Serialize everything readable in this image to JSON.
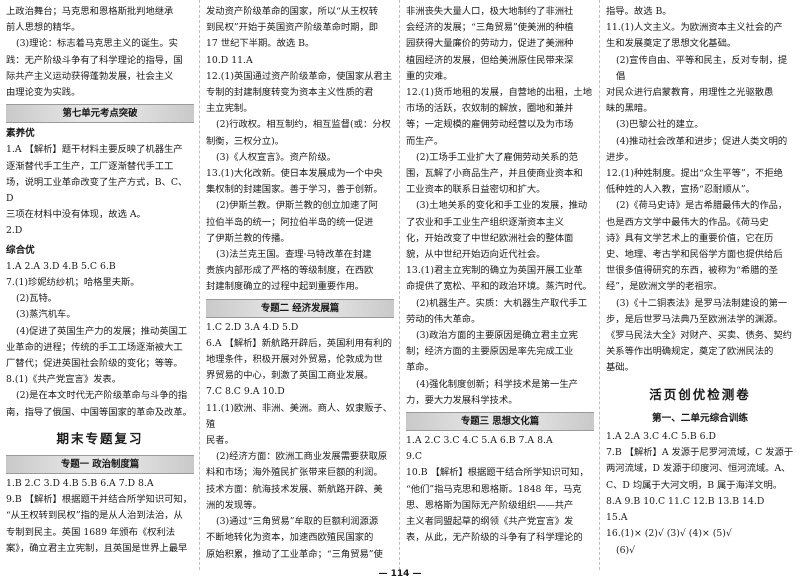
{
  "col1": {
    "lines": [
      "上政治舞台；马克思和恩格斯批判地继承",
      "前人思想的精华。",
      "(3)理论：标志着马克思主义的诞生。实",
      "践：无产阶级斗争有了科学理论的指导，国",
      "际共产主义运动获得蓬勃发展，社会主义",
      "由理论变为实践。"
    ],
    "unit_title": "第七单元考点突破",
    "sub_suyang": "素养优",
    "lines2": [
      "1.A 【解析】题干材料主要反映了机器生产",
      "逐渐替代手工生产，工厂逐渐替代手工工",
      "场，说明工业革命改变了生产方式，B、C、D",
      "三项在材料中没有体现，故选 A。",
      "2.D"
    ],
    "sub_zonghe": "综合优",
    "lines3": [
      "1.A  2.A  3.D  4.B  5.C  6.B",
      "7.(1)珍妮纺纱机；哈格里夫斯。",
      "(2)瓦特。",
      "(3)蒸汽机车。",
      "(4)促进了英国生产力的发展；推动英国工",
      "业革命的进程；传统的手工工场逐渐被大工",
      "厂替代；促进英国社会阶级的变化；等等。",
      "8.(1)《共产党宣言》发表。",
      "(2)是在本文时代无产阶级革命与斗争的指",
      "南，指导了俄国、中国等国家的革命及改革。"
    ],
    "final_title": "期末专题复习",
    "topic1_title": "专题一  政治制度篇",
    "lines4": [
      "1.B  2.C  3.D  4.B  5.B  6.A  7.D  8.A",
      "9.B 【解析】根据题干并结合所学知识可知，",
      "“从王权转到民权”指的是从人治到法治，从",
      "专制到民主。英国 1689 年颁布《权利法",
      "案》，确立君主立宪制，且英国是世界上最早"
    ]
  },
  "col2": {
    "lines": [
      "发动资产阶级革命的国家，所以“从王权转",
      "到民权”开始于英国资产阶级革命时期，即",
      "17 世纪下半期。故选 B。",
      "10.D  11.A",
      "12.(1)英国通过资产阶级革命，使国家从君主",
      "专制的封建制度转变为资本主义性质的君",
      "主立宪制。",
      "(2)行政权。相互制约，相互监督(或：分权",
      "制衡，三权分立)。",
      "(3)《人权宣言》。资产阶级。",
      "13.(1)大化改新。使日本发展成为一个中央",
      "集权制的封建国家。善于学习，善于创新。",
      "(2)伊斯兰教。伊斯兰教的创立加速了阿",
      "拉伯半岛的统一；阿拉伯半岛的统一促进",
      "了伊斯兰教的传播。",
      "(3)法兰克王国。查理·马特改革在封建",
      "贵族内部形成了严格的等级制度，在西欧",
      "封建制度确立的过程中起到重要作用。"
    ],
    "topic2_title": "专题二  经济发展篇",
    "lines2": [
      "1.C  2.D  3.A  4.D  5.D",
      "6.A 【解析】新航路开辟后，英国利用有利的",
      "地理条件，积极开展对外贸易，伦敦成为世",
      "界贸易的中心，刺激了英国工商业发展。",
      "7.C  8.C  9.A  10.D",
      "11.(1)欧洲、非洲、美洲。商人、奴隶贩子、殖",
      "民者。",
      "(2)经济方面：欧洲工商业发展需要获取原",
      "料和市场；海外殖民扩张带来巨额的利润。",
      "技术方面：航海技术发展、新航路开辟、美",
      "洲的发现等。",
      "(3)通过“三角贸易”牟取的巨额利润源源",
      "不断地转化为资本，加速西欧殖民国家的",
      "原始积累，推动了工业革命；“三角贸易”使"
    ]
  },
  "col3": {
    "lines": [
      "非洲丧失大量人口，极大地制约了非洲社",
      "会经济的发展；“三角贸易”使美洲的种植",
      "园获得大量廉价的劳动力，促进了美洲种",
      "植园经济的发展，但给美洲原住民带来深",
      "重的灾难。",
      "12.(1)货币地租的发展，自营地的出租，土地",
      "市场的活跃，农奴制的解放，圈地和兼并",
      "等；一定规模的雇佣劳动经营以及为市场",
      "而生产。",
      "(2)工场手工业扩大了雇佣劳动关系的范",
      "围，瓦解了小商品生产，并且使商业资本和",
      "工业资本的联系日益密切和扩大。",
      "(3)土地关系的变化和手工业的发展，推动",
      "了农业和手工业生产组织逐渐资本主义",
      "化，开始改变了中世纪欧洲社会的整体面",
      "貌，从中世纪开始迈向近代社会。",
      "13.(1)君主立宪制的确立为英国开展工业革",
      "命提供了宽松、平和的政治环境。蒸汽时代。",
      "(2)机器生产。实质：大机器生产取代手工",
      "劳动的伟大革命。",
      "(3)政治方面的主要原因是确立君主立宪",
      "制；经济方面的主要原因是率先完成工业",
      "革命。",
      "(4)强化制度创新；科学技术是第一生产",
      "力，要大力发展科学技术。"
    ],
    "topic3_title": "专题三  思想文化篇",
    "lines2": [
      "1.A  2.C  3.C  4.C  5.A  6.B  7.A  8.A",
      "9.C",
      "10.B 【解析】根据题干结合所学知识可知，",
      "“他们”指马克思和恩格斯。1848 年，马克",
      "思、恩格斯为国际无产阶级组织——共产",
      "主义者同盟起草的纲领《共产党宣言》发",
      "表，从此，无产阶级的斗争有了科学理论的"
    ]
  },
  "col4": {
    "lines": [
      "指导。故选 B。",
      "11.(1)人文主义。为欧洲资本主义社会的产",
      "生和发展奠定了思想文化基础。",
      "(2)宣传自由、平等和民主，反对专制，提倡",
      "对民众进行启蒙教育，用理性之光驱散愚",
      "昧的黑暗。",
      "(3)巴黎公社的建立。",
      "(4)推动社会改革和进步；促进人类文明的",
      "进步。",
      "12.(1)种姓制度。提出“众生平等”，不拒绝",
      "低种姓的人入教，宣扬“忍耐顺从”。",
      "(2)《荷马史诗》是古希腊最伟大的作品，",
      "也是西方文学中最伟大的作品。《荷马史",
      "诗》具有文学艺术上的重要价值，它在历",
      "史、地理、考古学和民俗学方面也提供给后",
      "世很多值得研究的东西，被称为“希腊的圣",
      "经”，是欧洲文学的老祖宗。",
      "(3)《十二铜表法》是罗马法制建设的第一",
      "步，是后世罗马法典乃至欧洲法学的渊源。",
      "《罗马民法大全》对财产、买卖、债务、契约",
      "关系等作出明确规定，奠定了欧洲民法的",
      "基础。"
    ],
    "section_title": "活页创优检测卷",
    "unit_title": "第一、二单元综合训练",
    "lines2": [
      "1.A  2.A  3.C  4.C  5.B  6.D",
      "7.B 【解析】A 发源于尼罗河流域，C 发源于",
      "两河流域，D 发源于印度河、恒河流域。A、",
      "C、D 均属于大河文明，B 属于海洋文明。",
      "8.A  9.B  10.C  11.C  12.B  13.B  14.D",
      "15.A",
      "16.(1)×  (2)√  (3)√  (4)×  (5)√",
      "(6)√"
    ]
  },
  "footer": {
    "page_number": "— 114 —"
  }
}
